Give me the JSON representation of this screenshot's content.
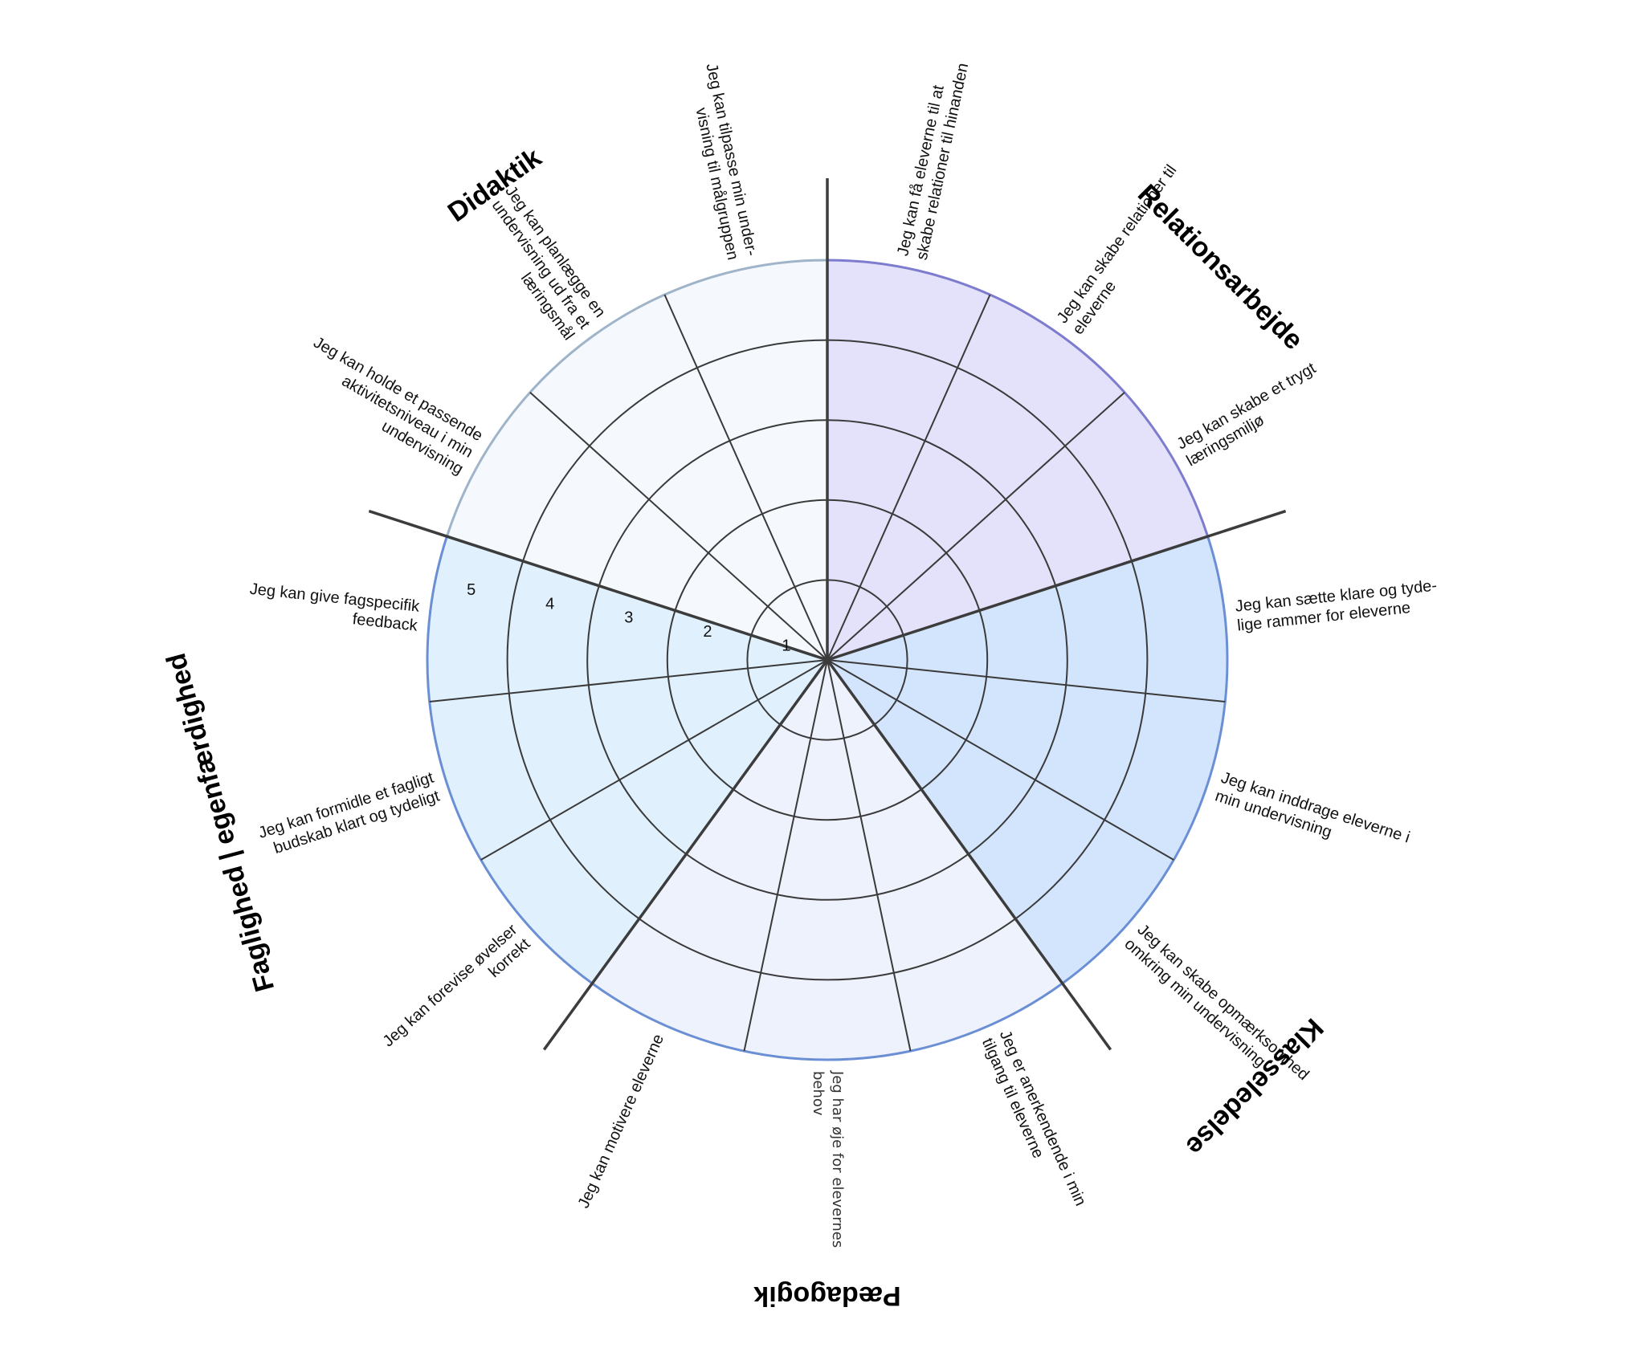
{
  "categories": [
    {
      "id": "relationsarbejde",
      "label": "Relationsarbejde",
      "color": "#e4e1fa",
      "edge": "#7d7ccf"
    },
    {
      "id": "klasseledelse",
      "label": "Klasseledelse",
      "color": "#d3e5fd",
      "edge": "#6b8fd4"
    },
    {
      "id": "paedagogik",
      "label": "Pædagogik",
      "color": "#eef2fd",
      "edge": "#6b8fd4"
    },
    {
      "id": "faglighed",
      "label": "Faglighed | egenfærdighed",
      "color": "#e0f1fd",
      "edge": "#6b8fd4"
    },
    {
      "id": "didaktik",
      "label": "Didaktik",
      "color": "#f5f9fe",
      "edge": "#9fb4c8"
    }
  ],
  "items": [
    {
      "lines": [
        "Jeg kan få eleverne til at",
        "skabe relationer til hinanden"
      ]
    },
    {
      "lines": [
        "Jeg kan skabe relationer til",
        "eleverne"
      ]
    },
    {
      "lines": [
        "Jeg kan skabe et trygt",
        "læringsmiljø"
      ]
    },
    {
      "lines": [
        "Jeg kan sætte klare og tyde-",
        "lige rammer for eleverne"
      ]
    },
    {
      "lines": [
        "Jeg kan inddrage eleverne i",
        "min undervisning"
      ]
    },
    {
      "lines": [
        "Jeg kan skabe opmærksomhed",
        "omkring min undervisning"
      ]
    },
    {
      "lines": [
        "Jeg er anerkendende i min",
        "tilgang til eleverne"
      ]
    },
    {
      "lines": [
        "Jeg har øje for elevernes",
        "behov"
      ]
    },
    {
      "lines": [
        "Jeg kan motivere eleverne"
      ]
    },
    {
      "lines": [
        "Jeg kan forevise øvelser",
        "korrekt"
      ]
    },
    {
      "lines": [
        "Jeg kan formidle et fagligt",
        "budskab klart og tydeligt"
      ]
    },
    {
      "lines": [
        "Jeg kan give fagspecifik",
        "feedback"
      ]
    },
    {
      "lines": [
        "Jeg kan holde et passende",
        "aktivitetsniveau i min",
        "undervisning"
      ]
    },
    {
      "lines": [
        "Jeg kan planlægge en",
        "undervisning ud fra et",
        "læringsmål"
      ]
    },
    {
      "lines": [
        "Jeg kan tilpasse min under-",
        "visning til målgruppen"
      ]
    }
  ],
  "scale": [
    "1",
    "2",
    "3",
    "4",
    "5"
  ],
  "colors": {
    "grid": "#3a3a3a",
    "divider": "#3c3c3c"
  }
}
